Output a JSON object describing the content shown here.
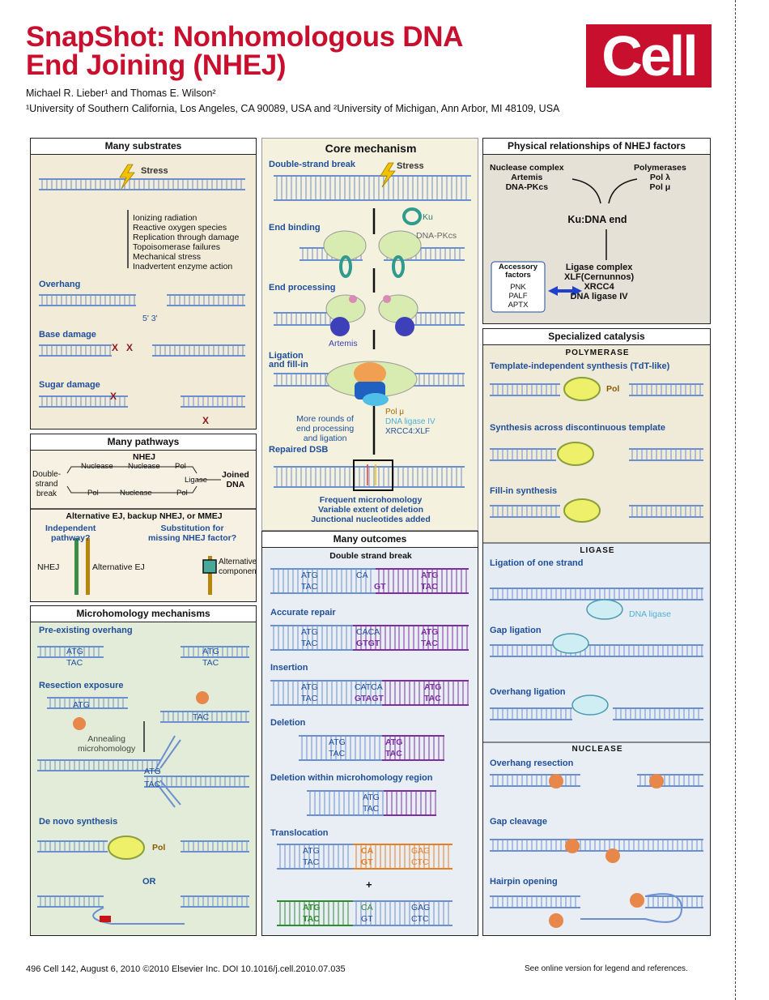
{
  "header": {
    "title_line1": "SnapShot: Nonhomologous DNA",
    "title_line2": "End Joining (NHEJ)",
    "logo": "Cell",
    "authors": "Michael R. Lieber¹ and Thomas E. Wilson²",
    "affiliations": "¹University of Southern California, Los Angeles, CA 90089, USA and ²University of Michigan, Ann Arbor, MI 48109, USA"
  },
  "substrates": {
    "title": "Many substrates",
    "stress": "Stress",
    "causes": [
      "Ionizing radiation",
      "Reactive oxygen species",
      "Replication through damage",
      "Topoisomerase failures",
      "Mechanical stress",
      "Inadvertent enzyme action"
    ],
    "overhang": "Overhang",
    "ends": "5'  3'",
    "base_damage": "Base damage",
    "sugar_damage": "Sugar damage"
  },
  "pathways": {
    "title": "Many pathways",
    "nhej": "NHEJ",
    "dsb": "Double-\nstrand\nbreak",
    "nuclease": "Nuclease",
    "pol": "Pol",
    "ligase": "Ligase",
    "joined": "Joined\nDNA",
    "alt_title": "Alternative EJ, backup NHEJ, or MMEJ",
    "independent": "Independent\npathway?",
    "substitution": "Substitution for\nmissing NHEJ factor?",
    "nhej_label": "NHEJ",
    "alt_ej": "Alternative EJ",
    "alt_component": "Alternative\ncomponent"
  },
  "microhomology": {
    "title": "Microhomology mechanisms",
    "preexisting": "Pre-existing overhang",
    "atg": "ATG",
    "tac": "TAC",
    "resection": "Resection exposure",
    "annealing": "Annealing\nmicrohomology",
    "denovo": "De novo synthesis",
    "pol": "Pol",
    "or": "OR"
  },
  "core": {
    "title": "Core mechanism",
    "dsb": "Double-strand break",
    "stress": "Stress",
    "end_binding": "End binding",
    "ku": "Ku",
    "dnapkcs": "DNA-PKcs",
    "end_processing": "End processing",
    "artemis": "Artemis",
    "ligation": "Ligation\nand fill-in",
    "more_rounds": "More rounds of\nend processing\nand ligation",
    "pol_mu": "Pol μ",
    "lig4": "DNA ligase IV",
    "xrcc4": "XRCC4:XLF",
    "repaired": "Repaired DSB",
    "notes": [
      "Frequent microhomology",
      "Variable extent of deletion",
      "Junctional nucleotides added"
    ]
  },
  "outcomes": {
    "title": "Many outcomes",
    "dsb": "Double strand break",
    "accurate": "Accurate repair",
    "insertion": "Insertion",
    "deletion": "Deletion",
    "deletion_micro": "Deletion within microhomology region",
    "translocation": "Translocation",
    "plus": "+",
    "seq": {
      "atg": "ATG",
      "tac": "TAC",
      "ca": "CA",
      "gt": "GT",
      "caca": "CACA",
      "gtgt": "GTGT",
      "catca": "CATCA",
      "gtagt": "GTAGT",
      "gag": "GAG",
      "ctc": "CTC"
    }
  },
  "physical": {
    "title": "Physical relationships of NHEJ factors",
    "nuclease": "Nuclease complex",
    "artemis": "Artemis",
    "dnapkcs": "DNA-PKcs",
    "polymerases": "Polymerases",
    "pol_l": "Pol λ",
    "pol_m": "Pol μ",
    "ku": "Ku:DNA end",
    "ligase": "Ligase complex",
    "xlf": "XLF(Cernunnos)",
    "xrcc4": "XRCC4",
    "lig4": "DNA ligase IV",
    "accessory": "Accessory\nfactors",
    "acc_list": "PNK\nPALF\nAPTX"
  },
  "catalysis": {
    "title": "Specialized catalysis",
    "polymerase": "POLYMERASE",
    "template_indep": "Template-independent synthesis (TdT-like)",
    "pol": "Pol",
    "discont": "Synthesis across discontinuous template",
    "fillin": "Fill-in synthesis",
    "ligase": "LIGASE",
    "one_strand": "Ligation of one strand",
    "dna_ligase": "DNA ligase",
    "gap": "Gap ligation",
    "overhang_lig": "Overhang ligation",
    "nuclease": "NUCLEASE",
    "overhang_res": "Overhang resection",
    "gap_cleave": "Gap cleavage",
    "hairpin": "Hairpin opening"
  },
  "footer": {
    "left": "496   Cell 142, August 6, 2010 ©2010 Elsevier Inc.    DOI 10.1016/j.cell.2010.07.035",
    "right": "See online version for legend and references."
  },
  "colors": {
    "title": "#c8102e",
    "dna": "#6b8fcf",
    "label": "#1f4e9a",
    "panel": "#f1ebd8",
    "green": "#e2ecd8"
  }
}
